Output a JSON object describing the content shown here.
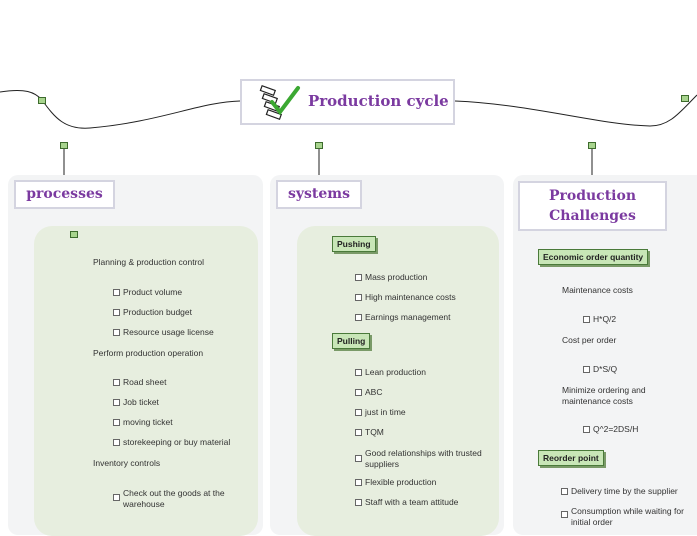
{
  "map": {
    "central_title": "Production cycle",
    "central_icon": "checklist-icon"
  },
  "processes": {
    "title": "processes",
    "items": [
      "Planning & production control",
      "Product volume",
      "Production budget",
      "Resource usage license",
      "Perform production operation",
      "Road sheet",
      "Job ticket",
      "moving ticket",
      "storekeeping or buy material",
      "Inventory controls",
      "Check out the goods at the warehouse"
    ]
  },
  "systems": {
    "title": "systems",
    "pushing": "Pushing",
    "pushing_items": [
      "Mass production",
      "High maintenance costs",
      "Earnings management"
    ],
    "pulling": "Pulling",
    "pulling_items": [
      "Lean production",
      "ABC",
      "just in time",
      "TQM",
      "Good relationships with trusted suppliers",
      "Flexible production",
      "Staff with a team attitude"
    ]
  },
  "challenges": {
    "title": "Production Challenges",
    "eoq": "Economic order quantity",
    "maintenance_costs": "Maintenance costs",
    "hq2": "H*Q/2",
    "cost_per_order": "Cost per order",
    "dsq": "D*S/Q",
    "minimize": "Minimize ordering and maintenance costs",
    "q2": "Q^2=2DS/H",
    "reorder_point": "Reorder point",
    "delivery_time": "Delivery time by the supplier",
    "consumption": "Consumption while waiting for initial order"
  },
  "colors": {
    "title_purple": "#7b3aa0",
    "tag_green": "#c8e6b7",
    "region_green": "#e7eedf",
    "panel_gray": "#f3f4f5",
    "link_blue": "#2f6fd8"
  }
}
